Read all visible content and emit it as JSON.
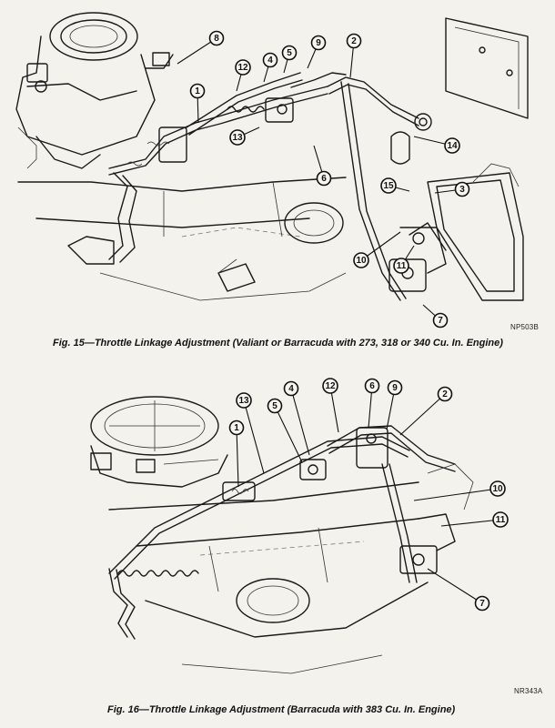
{
  "figures": [
    {
      "id": "fig15",
      "caption": "Fig. 15—Throttle Linkage Adjustment (Valiant or Barracuda with 273, 318 or 340 Cu. In. Engine)",
      "code": "NP503B",
      "callouts": [
        "8",
        "12",
        "4",
        "5",
        "9",
        "2",
        "1",
        "13",
        "6",
        "14",
        "15",
        "3",
        "10",
        "11",
        "7"
      ]
    },
    {
      "id": "fig16",
      "caption": "Fig. 16—Throttle Linkage Adjustment (Barracuda with 383 Cu. In. Engine)",
      "code": "NR343A",
      "callouts": [
        "13",
        "4",
        "12",
        "6",
        "9",
        "2",
        "1",
        "5",
        "10",
        "11",
        "7"
      ]
    }
  ]
}
